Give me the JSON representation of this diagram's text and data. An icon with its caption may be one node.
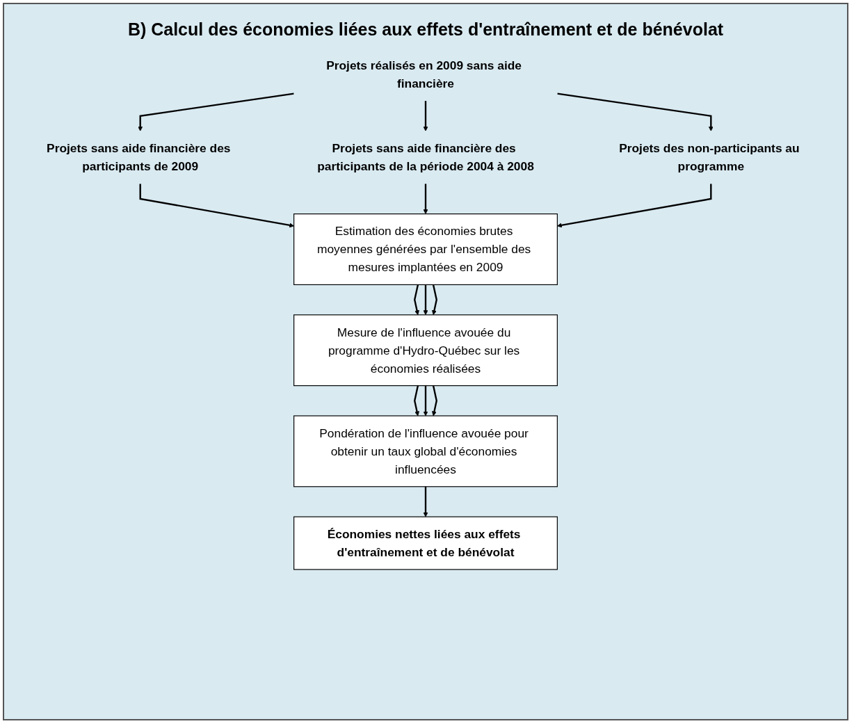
{
  "diagram": {
    "title": "B) Calcul des économies liées aux effets d'entraînement et de bénévolat",
    "nodes": [
      {
        "text": [
          "Projets réalisés en 2009 sans aide financière"
        ]
      },
      {
        "text": [
          "Projets sans aide financière des participants de 2009"
        ]
      },
      {
        "text": [
          "Projets sans aide financière des participants de la période 2004 à 2008"
        ]
      },
      {
        "text": [
          "Projets des non-participants au programme"
        ]
      },
      {
        "text": [
          "Estimation des économies brutes moyennes générées par l'ensemble des mesures implantées en 2009"
        ]
      },
      {
        "text": [
          "Mesure de l'influence avouée du programme d'Hydro-Québec sur les économies réalisées"
        ]
      },
      {
        "text": [
          "Pondération de l'influence avouée pour obtenir un taux global d'économies influencées"
        ]
      },
      {
        "text": [
          "Économies nettes liées aux effets d'entraînement et de bénévolat"
        ]
      }
    ],
    "edges": [
      {
        "from": 0,
        "to": 1,
        "arrow": "to"
      },
      {
        "from": 0,
        "to": 2,
        "arrow": "to"
      },
      {
        "from": 0,
        "to": 3,
        "arrow": "to"
      },
      {
        "from": 1,
        "to": 4,
        "arrow": "to"
      },
      {
        "from": 2,
        "to": 4,
        "arrow": "to"
      },
      {
        "from": 3,
        "to": 4,
        "arrow": "to"
      },
      {
        "from": 4,
        "to": 5,
        "arrow": "to"
      },
      {
        "from": 4,
        "to": 5,
        "arrow": "to"
      },
      {
        "from": 4,
        "to": 5,
        "arrow": "to"
      },
      {
        "from": 5,
        "to": 6,
        "arrow": "to"
      },
      {
        "from": 5,
        "to": 6,
        "arrow": "to"
      },
      {
        "from": 5,
        "to": 6,
        "arrow": "to"
      },
      {
        "from": 6,
        "to": 7,
        "arrow": "to"
      }
    ]
  }
}
